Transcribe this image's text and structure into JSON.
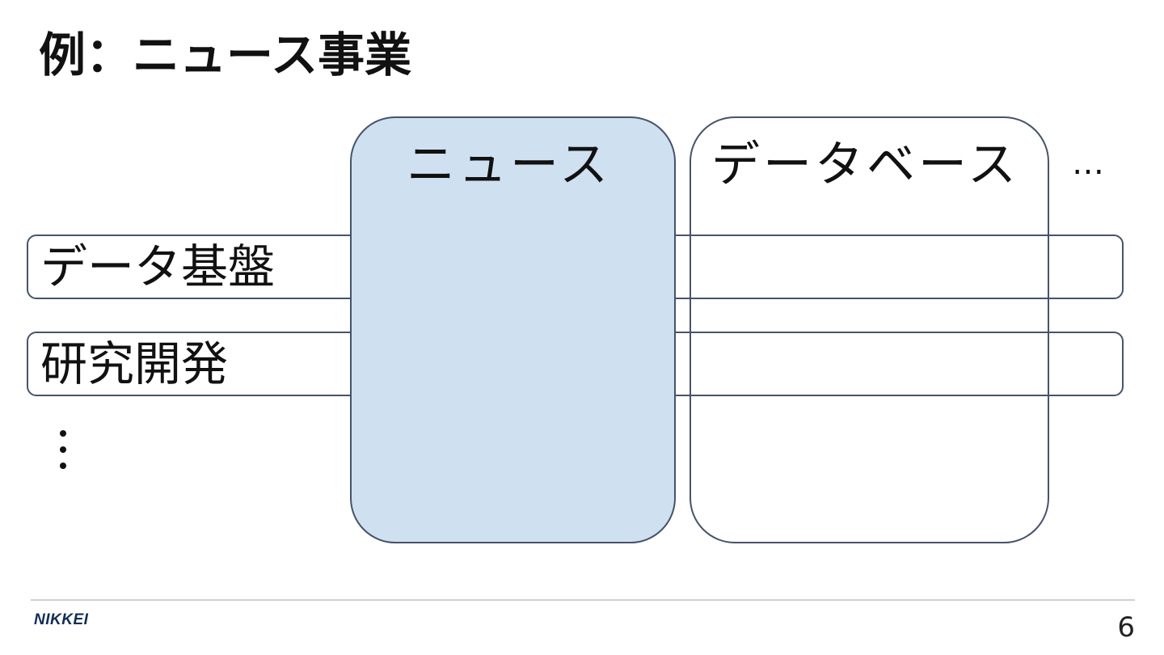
{
  "slide": {
    "title": "例：ニュース事業"
  },
  "matrix": {
    "columns": [
      {
        "label": "ニュース",
        "highlighted": true
      },
      {
        "label": "データベース",
        "highlighted": false
      }
    ],
    "more_columns": "…",
    "rows": [
      {
        "label": "データ基盤"
      },
      {
        "label": "研究開発"
      }
    ],
    "more_rows": "⋮"
  },
  "footer": {
    "logo": "NIKKEI",
    "page_number": "6"
  },
  "colors": {
    "highlight_fill": "#cfe0f1",
    "outline": "#46536a",
    "logo": "#0f2d57"
  }
}
